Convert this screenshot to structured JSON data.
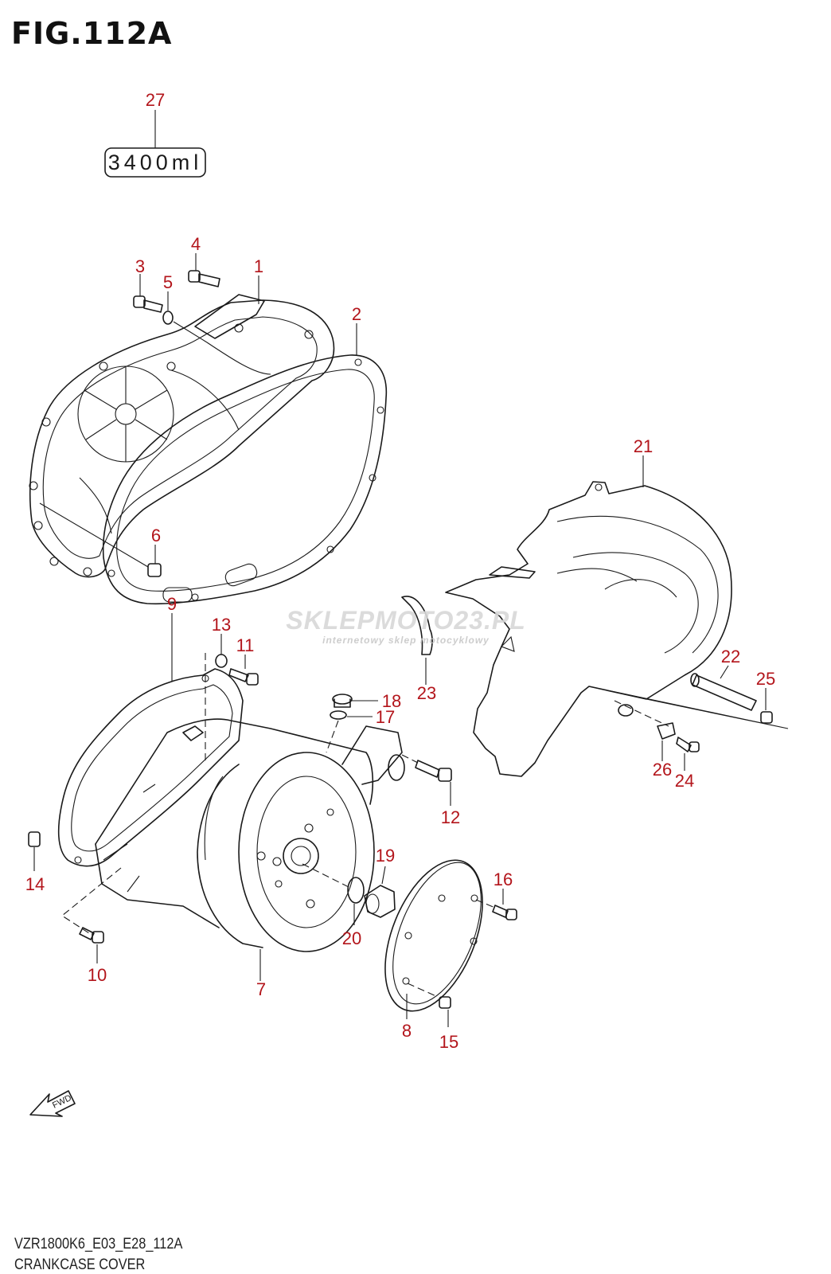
{
  "figure": {
    "title": "FIG.112A",
    "ref_code": "VZR1800K6_E03_E28_112A",
    "caption": "CRANKCASE COVER"
  },
  "sealant_box": {
    "volume_text": "3400ml"
  },
  "watermark": {
    "brand": "SKLEPMOTO23.PL",
    "tagline": "internetowy sklep motocyklowy"
  },
  "fwd_arrow": {
    "label": "FWD"
  },
  "callouts": [
    {
      "id": "27",
      "label": "27"
    },
    {
      "id": "4",
      "label": "4"
    },
    {
      "id": "3",
      "label": "3"
    },
    {
      "id": "5",
      "label": "5"
    },
    {
      "id": "1",
      "label": "1"
    },
    {
      "id": "2",
      "label": "2"
    },
    {
      "id": "6",
      "label": "6"
    },
    {
      "id": "21",
      "label": "21"
    },
    {
      "id": "23",
      "label": "23"
    },
    {
      "id": "22",
      "label": "22"
    },
    {
      "id": "25",
      "label": "25"
    },
    {
      "id": "26",
      "label": "26"
    },
    {
      "id": "24",
      "label": "24"
    },
    {
      "id": "9",
      "label": "9"
    },
    {
      "id": "13",
      "label": "13"
    },
    {
      "id": "11",
      "label": "11"
    },
    {
      "id": "18",
      "label": "18"
    },
    {
      "id": "17",
      "label": "17"
    },
    {
      "id": "12",
      "label": "12"
    },
    {
      "id": "14",
      "label": "14"
    },
    {
      "id": "19",
      "label": "19"
    },
    {
      "id": "20",
      "label": "20"
    },
    {
      "id": "16",
      "label": "16"
    },
    {
      "id": "10",
      "label": "10"
    },
    {
      "id": "7",
      "label": "7"
    },
    {
      "id": "8",
      "label": "8"
    },
    {
      "id": "15",
      "label": "15"
    }
  ],
  "colors": {
    "callout": "#b3151b",
    "line": "#1a1a1a",
    "watermark_red": "#e8a0a0",
    "watermark_grey": "#c8c8c8"
  }
}
